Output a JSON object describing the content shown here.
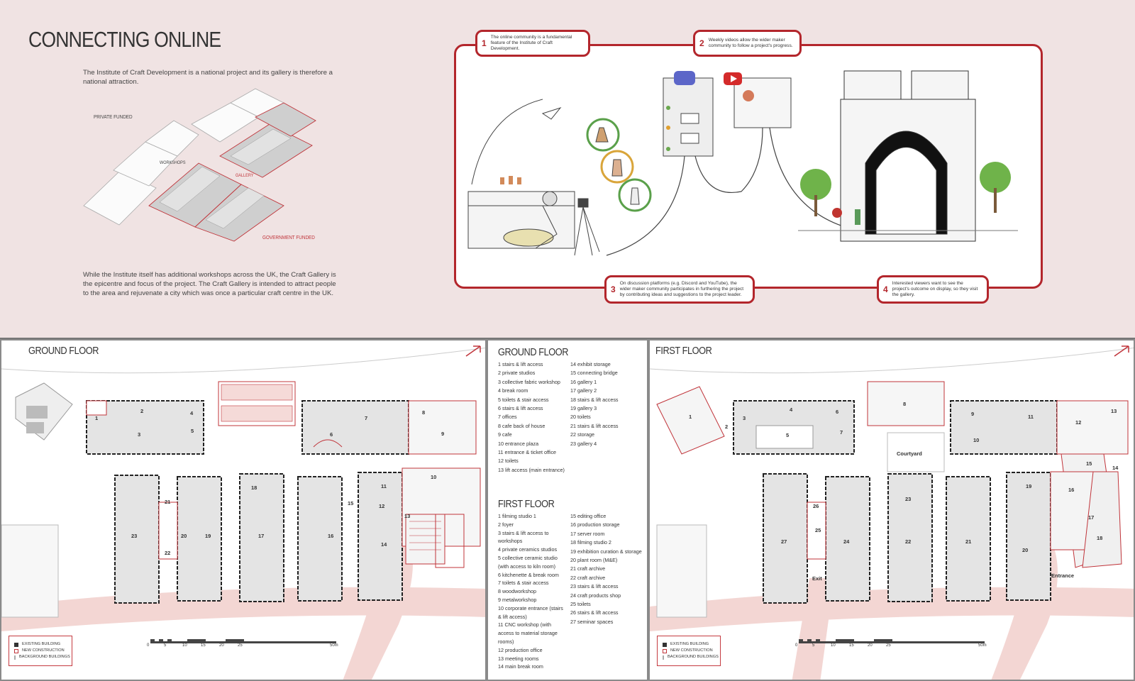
{
  "header": {
    "title": "CONNECTING ONLINE",
    "intro": "The Institute of Craft Development is a national project and its gallery is therefore a national attraction.",
    "outro": "While the Institute itself has additional workshops across the UK, the Craft Gallery is the epicentre and focus of the project. The Craft Gallery is intended to attract people to the area and rejuvenate a city which was once a particular craft centre in the UK."
  },
  "axo_labels": {
    "private": "PRIVATE FUNDED",
    "workshops": "WORKSHOPS",
    "gallery": "GALLERY",
    "government": "GOVERNMENT FUNDED"
  },
  "steps": [
    {
      "num": "1",
      "text": "The online community is a fundamental feature of the Institute of Craft Development."
    },
    {
      "num": "2",
      "text": "Weekly videos allow the wider maker community to follow a project's progress."
    },
    {
      "num": "3",
      "text": "On discussion platforms (e.g. Discord and YouTube), the wider maker community participates in furthering the project by contributing ideas and suggestions to the project leader."
    },
    {
      "num": "4",
      "text": "Interested viewers want to see the project's outcome on display, so they visit the gallery."
    }
  ],
  "ground_plan": {
    "title": "GROUND FLOOR",
    "legend": [
      "EXISTING BUILDING",
      "NEW CONSTRUCTION",
      "BACKGROUND BUILDINGS"
    ],
    "scale": [
      "0",
      "5",
      "10",
      "15",
      "20",
      "25",
      "50m"
    ],
    "rooms": [
      "1",
      "2",
      "3",
      "4",
      "5",
      "6",
      "7",
      "8",
      "9",
      "10",
      "11",
      "12",
      "13",
      "14",
      "15",
      "16",
      "17",
      "18",
      "19",
      "20",
      "21",
      "22",
      "23"
    ]
  },
  "key": {
    "ground_title": "GROUND FLOOR",
    "ground_col1": [
      "1 stairs & lift access",
      "2 private studios",
      "3 collective fabric workshop",
      "4 break room",
      "5 toilets & stair access",
      "6 stairs & lift access",
      "7 offices",
      "8 cafe back of house",
      "9 cafe",
      "10 entrance plaza",
      "11 entrance & ticket office",
      "12 toilets",
      "13 lift access (main entrance)"
    ],
    "ground_col2": [
      "14 exhibit storage",
      "15 connecting bridge",
      "16 gallery 1",
      "17 gallery 2",
      "18 stairs & lift access",
      "19 gallery 3",
      "20 toilets",
      "21 stairs & lift access",
      "22 storage",
      "23 gallery 4"
    ],
    "first_title": "FIRST FLOOR",
    "first_col1": [
      "1 filming studio 1",
      "2 foyer",
      "3 stairs & lift access to workshops",
      "4 private ceramics studios",
      "5 collective ceramic studio (with access to kiln room)",
      "6 kitchenette & break room",
      "7 toilets & stair access",
      "8 woodworkshop",
      "9 metalworkshop",
      "10 corporate entrance (stairs & lift access)",
      "11 CNC workshop (with access to material storage rooms)",
      "12 production office",
      "13 meeting rooms",
      "14 main break room"
    ],
    "first_col2": [
      "15 editing office",
      "16 production storage",
      "17 server room",
      "18 filming studio 2",
      "19 exhibition curation & storage",
      "20 plant room (M&E)",
      "21 craft archive",
      "22 craft archive",
      "23 stairs & lift access",
      "24 craft products shop",
      "25 toilets",
      "26 stairs & lift access",
      "27 seminar spaces"
    ]
  },
  "first_plan": {
    "title": "FIRST FLOOR",
    "courtyard": "Courtyard",
    "exit": "Exit",
    "entrance": "Entrance",
    "legend": [
      "EXISTING BUILDING",
      "NEW CONSTRUCTION",
      "BACKGROUND BUILDINGS"
    ],
    "scale": [
      "0",
      "5",
      "10",
      "15",
      "20",
      "25",
      "50m"
    ],
    "rooms": [
      "1",
      "2",
      "3",
      "4",
      "5",
      "6",
      "7",
      "8",
      "9",
      "10",
      "11",
      "12",
      "13",
      "14",
      "15",
      "16",
      "17",
      "18",
      "19",
      "20",
      "21",
      "22",
      "23",
      "24",
      "25",
      "26",
      "27"
    ]
  },
  "colors": {
    "accent_red": "#b3262c",
    "pink_bg": "#f0e3e3",
    "path_pink": "#f3d6d3"
  }
}
